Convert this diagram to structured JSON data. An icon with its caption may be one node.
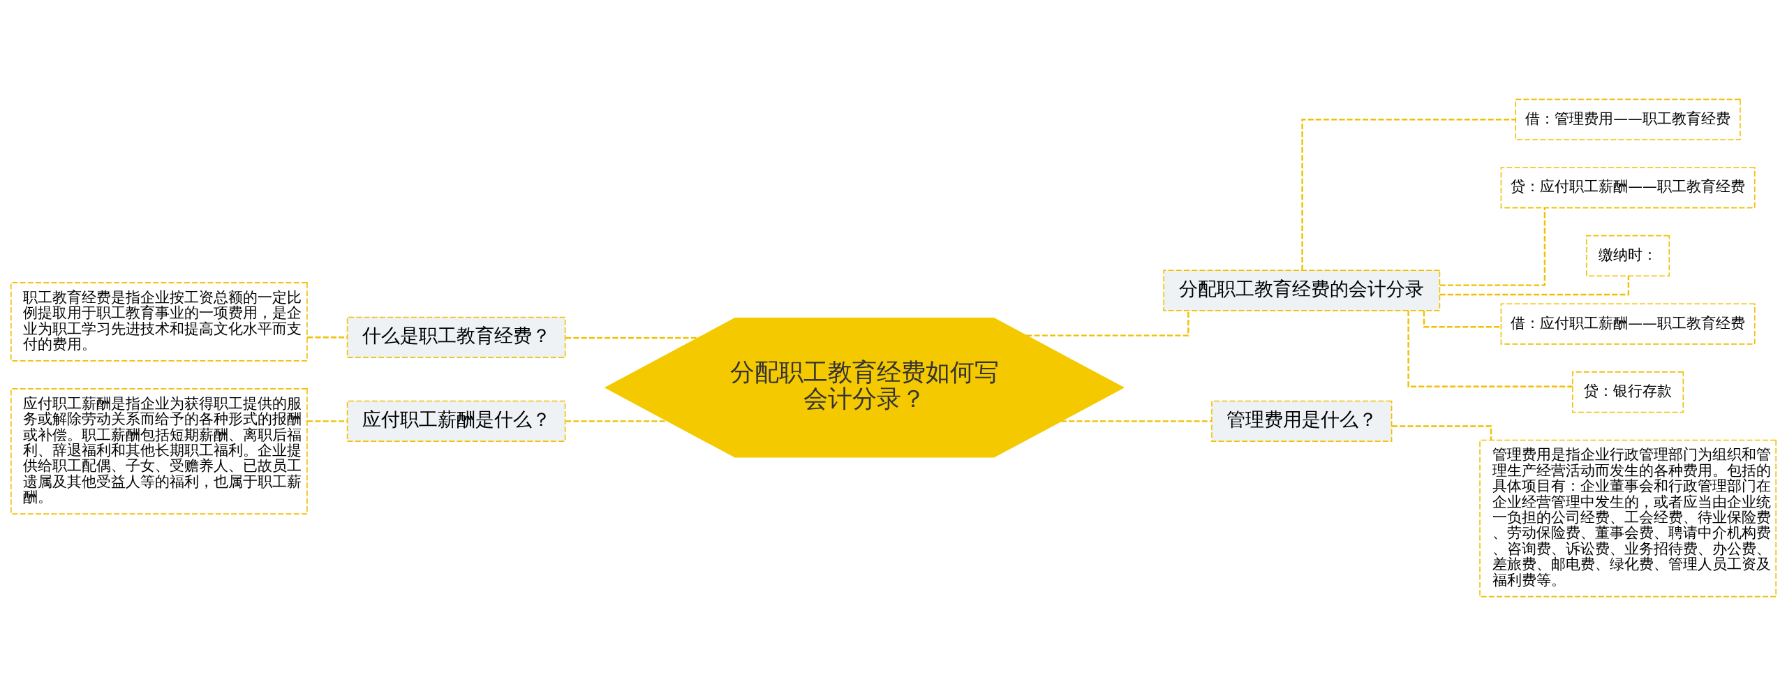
{
  "diagram": {
    "nodes": [
      {
        "text": [
          "分配职工教育经费如何写会计分录？"
        ]
      },
      {
        "text": [
          "什么是职工教育经费？"
        ]
      },
      {
        "text": [
          "职工教育经费是指企业按工资总额的一定比例提取用于职工教育事业的一项费用，是企业为职工学习先进技术和提高文化水平而支付的费用。"
        ]
      },
      {
        "text": [
          "应付职工薪酬是什么？"
        ]
      },
      {
        "text": [
          "应付职工薪酬是指企业为获得职工提供的服务或解除劳动关系而给予的各种形式的报酬或补偿。职工薪酬包括短期薪酬、离职后福利、辞退福利和其他长期职工福利。企业提供给职工配偶、子女、受赡养人、已故员工遗属及其他受益人等的福利，也属于职工薪酬。"
        ]
      },
      {
        "text": [
          "分配职工教育经费的会计分录"
        ]
      },
      {
        "text": [
          "借：管理费用——职工教育经费"
        ]
      },
      {
        "text": [
          "贷：应付职工薪酬——职工教育经费"
        ]
      },
      {
        "text": [
          "缴纳时："
        ]
      },
      {
        "text": [
          "借：应付职工薪酬——职工教育经费"
        ]
      },
      {
        "text": [
          "贷：银行存款"
        ]
      },
      {
        "text": [
          "管理费用是什么？"
        ]
      },
      {
        "text": [
          "管理费用是指企业行政管理部门为组织和管理生产经营活动而发生的各种费用。包括的具体项目有：企业董事会和行政管理部门在企业经营管理中发生的，或者应当由企业统一负担的公司经费、工会经费、待业保险费、劳动保险费、董事会费、聘请中介机构费、咨询费、诉讼费、业务招待费、办公费、差旅费、邮电费、绿化费、管理人员工资及福利费等。"
        ]
      }
    ],
    "edges": [
      {
        "from": 0,
        "to": 1,
        "arrow": "none",
        "style": "dashed"
      },
      {
        "from": 1,
        "to": 2,
        "arrow": "none",
        "style": "dashed"
      },
      {
        "from": 0,
        "to": 3,
        "arrow": "none",
        "style": "dashed"
      },
      {
        "from": 3,
        "to": 4,
        "arrow": "none",
        "style": "dashed"
      },
      {
        "from": 0,
        "to": 5,
        "arrow": "none",
        "style": "dashed"
      },
      {
        "from": 5,
        "to": 6,
        "arrow": "none",
        "style": "dashed"
      },
      {
        "from": 5,
        "to": 7,
        "arrow": "none",
        "style": "dashed"
      },
      {
        "from": 5,
        "to": 8,
        "arrow": "none",
        "style": "dashed"
      },
      {
        "from": 5,
        "to": 9,
        "arrow": "none",
        "style": "dashed"
      },
      {
        "from": 5,
        "to": 10,
        "arrow": "none",
        "style": "dashed"
      },
      {
        "from": 0,
        "to": 11,
        "arrow": "none",
        "style": "dashed"
      },
      {
        "from": 11,
        "to": 12,
        "arrow": "none",
        "style": "dashed"
      }
    ]
  }
}
